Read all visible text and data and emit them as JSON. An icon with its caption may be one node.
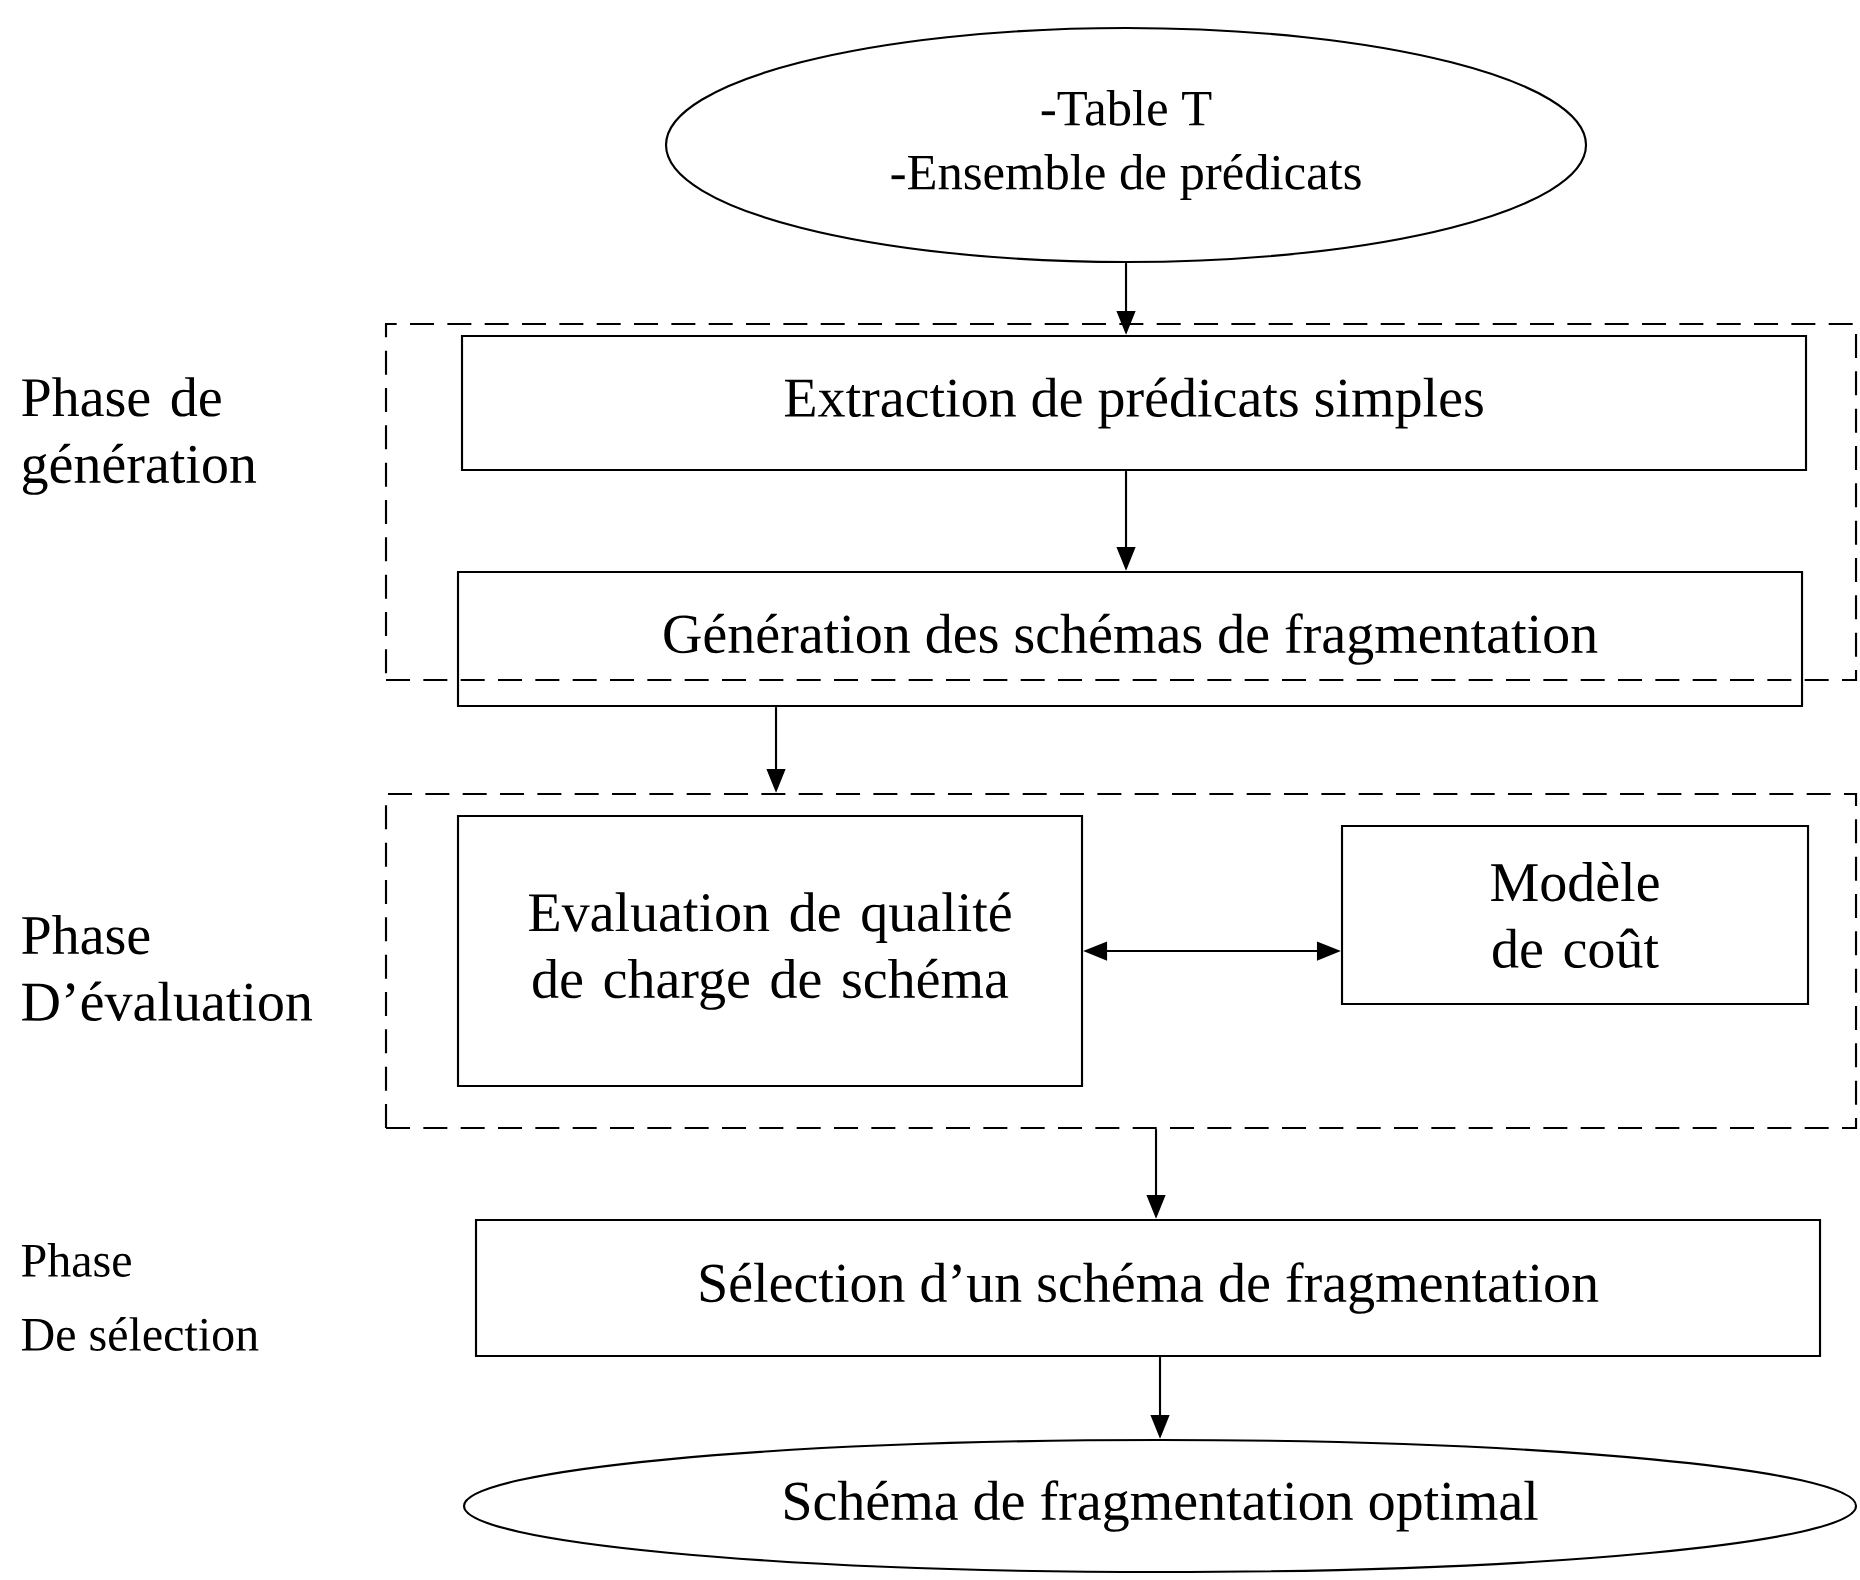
{
  "diagram": {
    "nodes": [
      {
        "text": [
          "-Table T",
          "-Ensemble de prédicats"
        ]
      },
      {
        "text": [
          "Phase de génération"
        ]
      },
      {
        "text": [
          "Extraction de prédicats simples"
        ],
        "in": 1
      },
      {
        "text": [
          "Génération des schémas de fragmentation"
        ]
      },
      {
        "text": [
          "Phase D’évaluation"
        ]
      },
      {
        "text": [
          "Evaluation de qualité de charge de schéma"
        ],
        "in": 4
      },
      {
        "text": [
          "Modèle de coût"
        ],
        "in": 4
      },
      {
        "text": [
          "Sélection d’un schéma de fragmentation"
        ]
      },
      {
        "text": [
          "Schéma de fragmentation optimal"
        ]
      }
    ],
    "edges": [
      {
        "from": 0,
        "to": 2,
        "arrow": "to"
      },
      {
        "from": 2,
        "to": 3,
        "arrow": "to"
      },
      {
        "from": 3,
        "to": 4,
        "arrow": "to"
      },
      {
        "from": 5,
        "to": 6,
        "arrow": "both"
      },
      {
        "from": 4,
        "to": 7,
        "arrow": "to"
      },
      {
        "from": 7,
        "to": 8,
        "arrow": "to"
      }
    ],
    "labels": [
      "Phase",
      "De sélection"
    ]
  }
}
